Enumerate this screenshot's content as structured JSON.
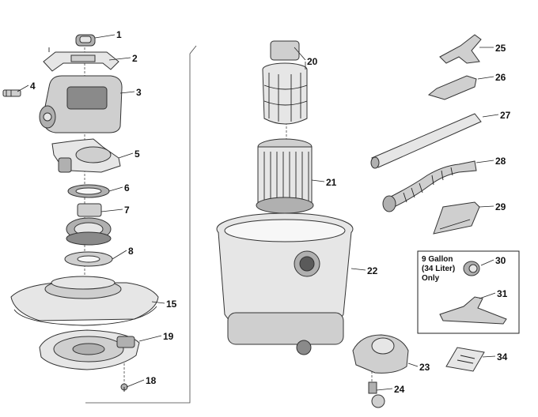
{
  "callouts": [
    {
      "id": "c1",
      "text": "1"
    },
    {
      "id": "c2",
      "text": "2"
    },
    {
      "id": "c3",
      "text": "3"
    },
    {
      "id": "c4",
      "text": "4"
    },
    {
      "id": "c5",
      "text": "5"
    },
    {
      "id": "c6",
      "text": "6"
    },
    {
      "id": "c7",
      "text": "7"
    },
    {
      "id": "c8",
      "text": "8"
    },
    {
      "id": "c15",
      "text": "15"
    },
    {
      "id": "c18",
      "text": "18"
    },
    {
      "id": "c19",
      "text": "19"
    },
    {
      "id": "c20",
      "text": "20"
    },
    {
      "id": "c21",
      "text": "21"
    },
    {
      "id": "c22",
      "text": "22"
    },
    {
      "id": "c23",
      "text": "23"
    },
    {
      "id": "c24",
      "text": "24"
    },
    {
      "id": "c25",
      "text": "25"
    },
    {
      "id": "c26",
      "text": "26"
    },
    {
      "id": "c27",
      "text": "27"
    },
    {
      "id": "c28",
      "text": "28"
    },
    {
      "id": "c29",
      "text": "29"
    },
    {
      "id": "c30",
      "text": "30"
    },
    {
      "id": "c31",
      "text": "31"
    },
    {
      "id": "c34",
      "text": "34"
    }
  ],
  "note": {
    "line1": "9 Gallon",
    "line2": "(34 Liter)",
    "line3": "Only"
  }
}
